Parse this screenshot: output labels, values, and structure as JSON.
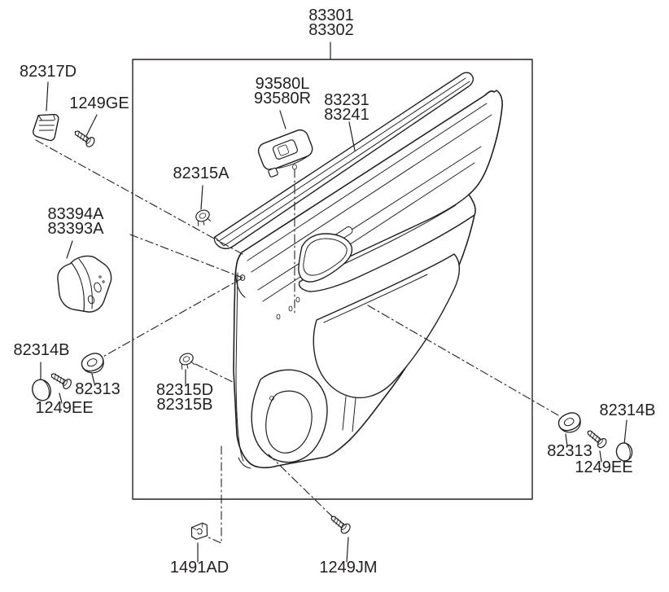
{
  "diagram": {
    "type": "exploded-parts-diagram",
    "subject": "rear door trim panel",
    "colors": {
      "line": "#231f20",
      "background": "#ffffff"
    }
  },
  "labels": {
    "assembly": [
      "83301",
      "83302"
    ],
    "clip_82317D": [
      "82317D"
    ],
    "screw_1249GE": [
      "1249GE"
    ],
    "switch_93580": [
      "93580L",
      "93580R"
    ],
    "strip_83231": [
      "83231",
      "83241"
    ],
    "clip_82315A": [
      "82315A"
    ],
    "tweeter_83394": [
      "83394A",
      "83393A"
    ],
    "cap_82314B_left": [
      "82314B"
    ],
    "grommet_82313_left": [
      "82313"
    ],
    "screw_1249EE_left": [
      "1249EE"
    ],
    "clip_82315DB": [
      "82315D",
      "82315B"
    ],
    "grommet_82313_right": [
      "82313"
    ],
    "screw_1249EE_right": [
      "1249EE"
    ],
    "cap_82314B_right": [
      "82314B"
    ],
    "clip_1491AD": [
      "1491AD"
    ],
    "screw_1249JM": [
      "1249JM"
    ]
  }
}
